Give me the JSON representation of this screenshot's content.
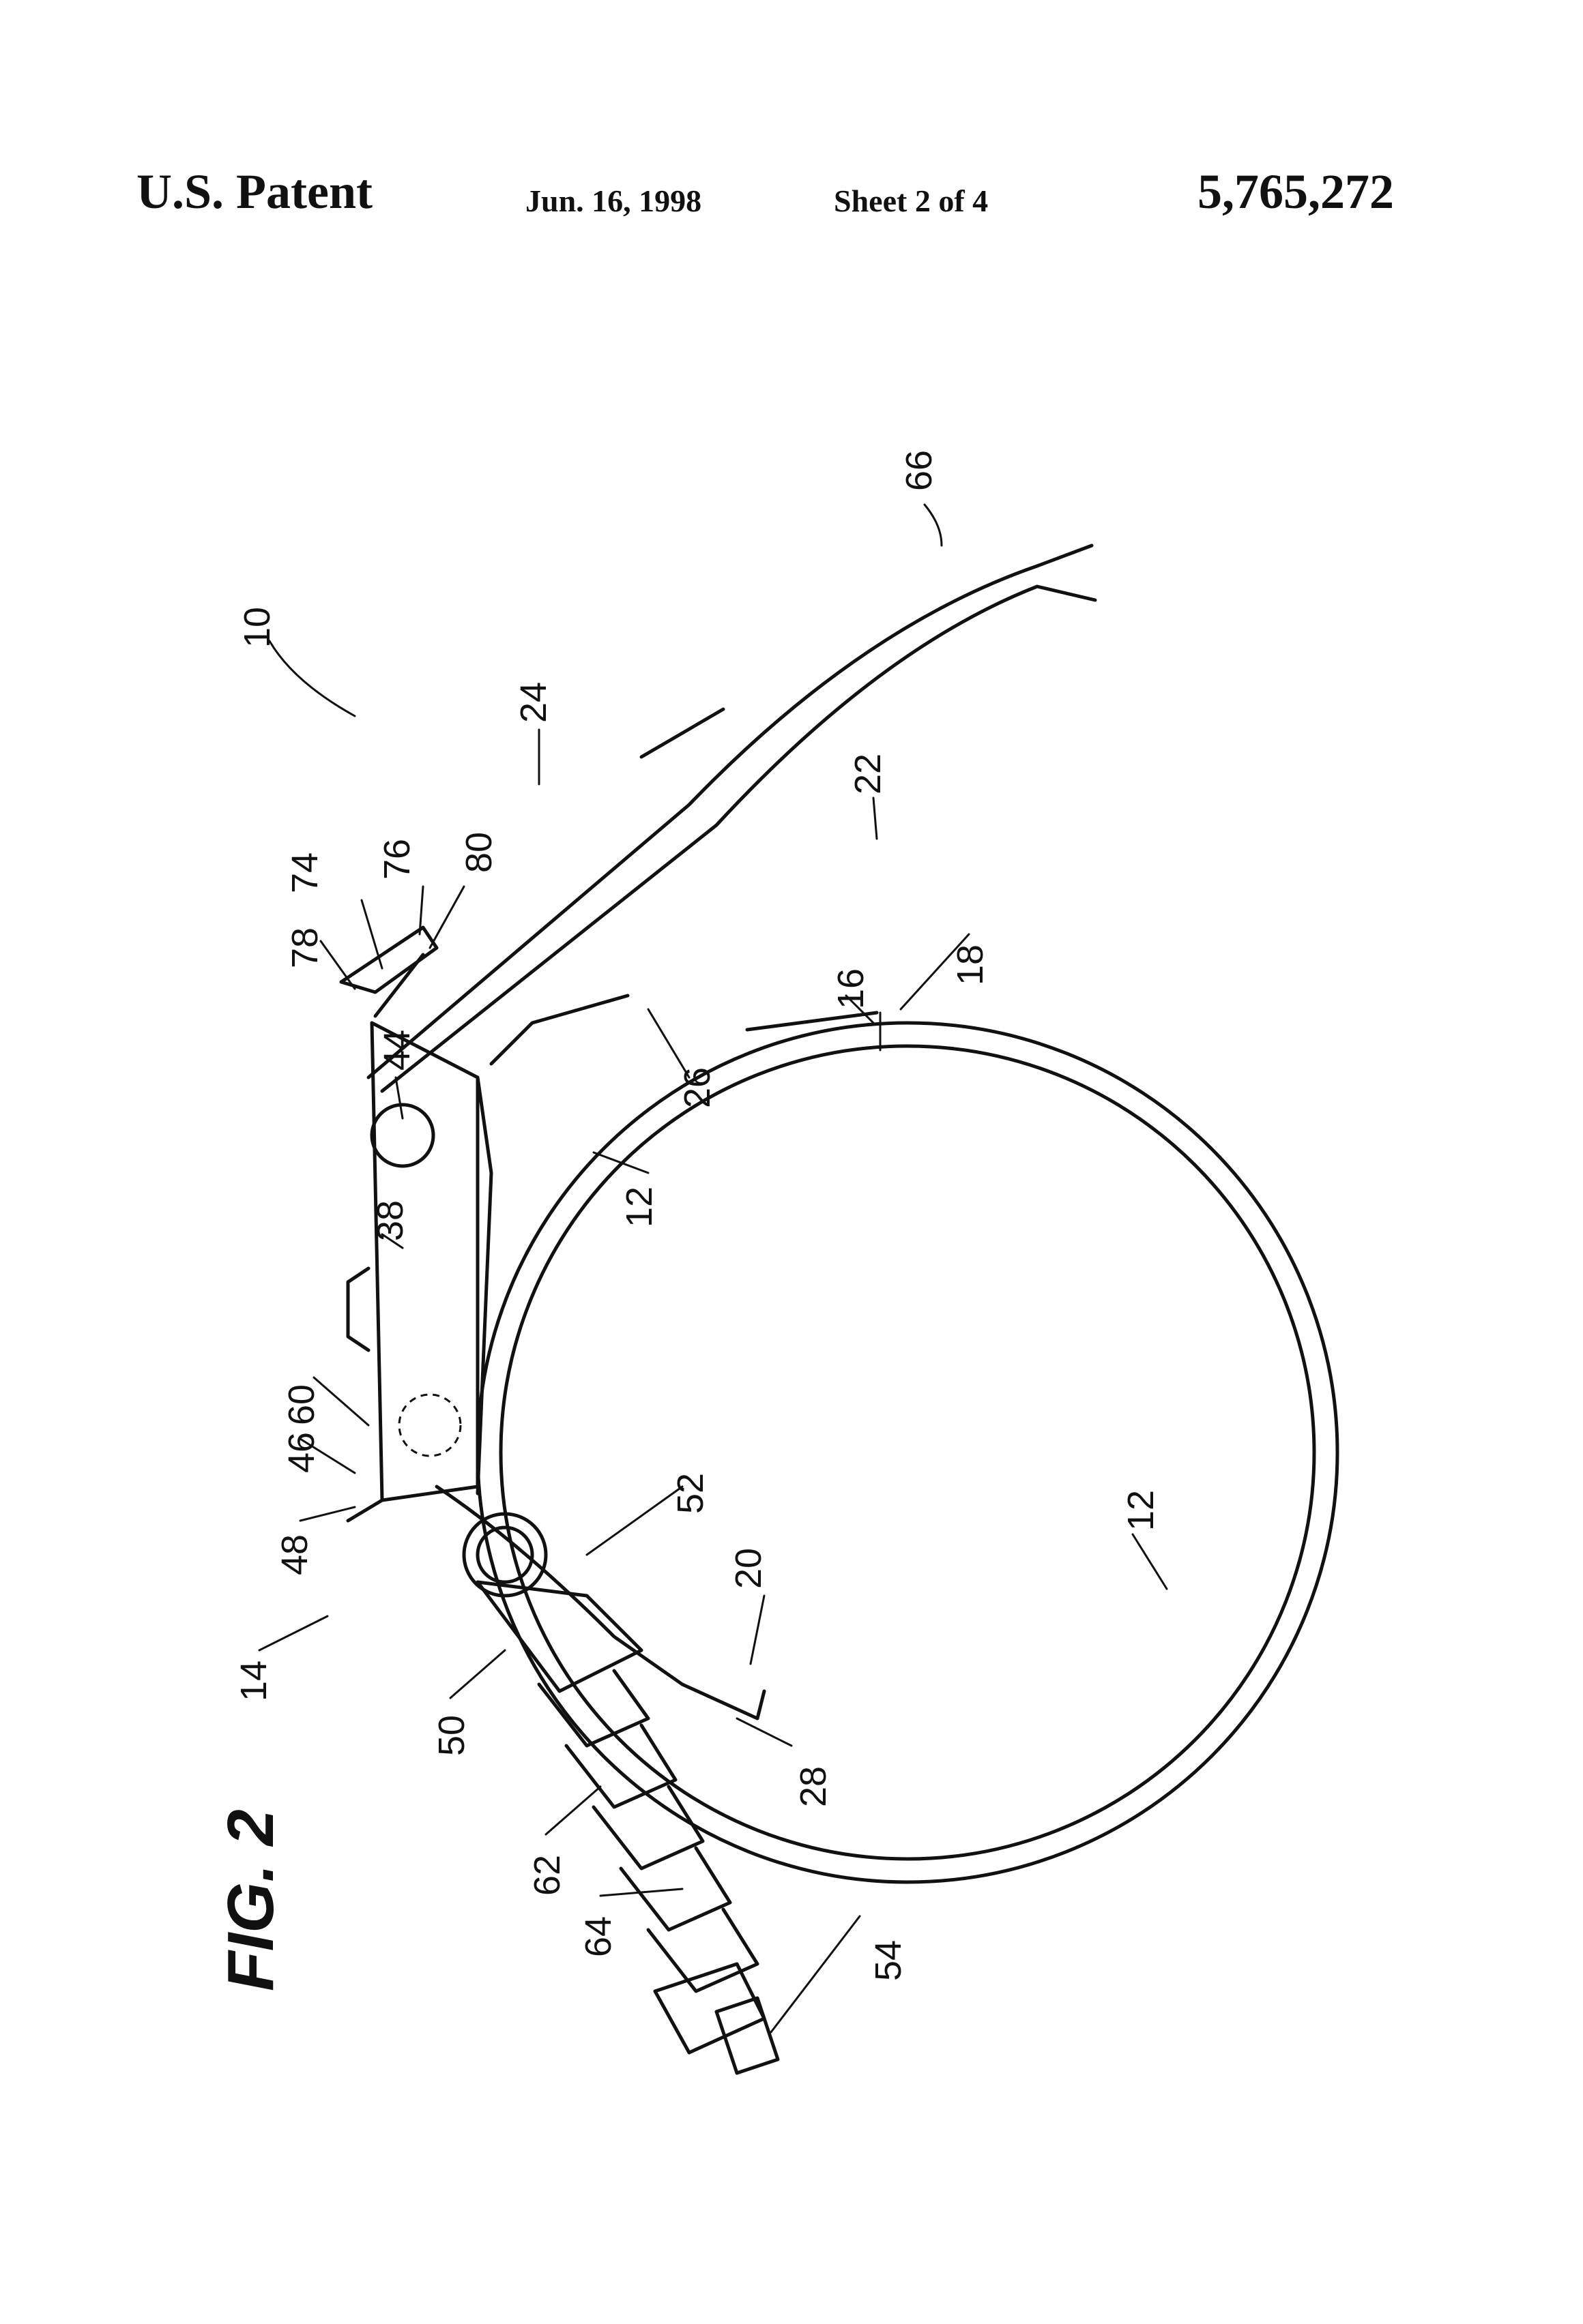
{
  "header": {
    "left": "U.S. Patent",
    "date": "Jun. 16, 1998",
    "sheet": "Sheet 2 of 4",
    "number": "5,765,272"
  },
  "figure": {
    "title": "FIG. 2",
    "labels": {
      "l10": "10",
      "l66": "66",
      "l24": "24",
      "l22": "22",
      "l80": "80",
      "l76": "76",
      "l74": "74",
      "l78": "78",
      "l16": "16",
      "l18": "18",
      "l44": "44",
      "l26": "26",
      "l38": "38",
      "l12a": "12",
      "l60": "60",
      "l46": "46",
      "l48": "48",
      "l52": "52",
      "l12b": "12",
      "l14": "14",
      "l20": "20",
      "l50": "50",
      "l28": "28",
      "l62": "62",
      "l64": "64",
      "l54": "54"
    }
  }
}
